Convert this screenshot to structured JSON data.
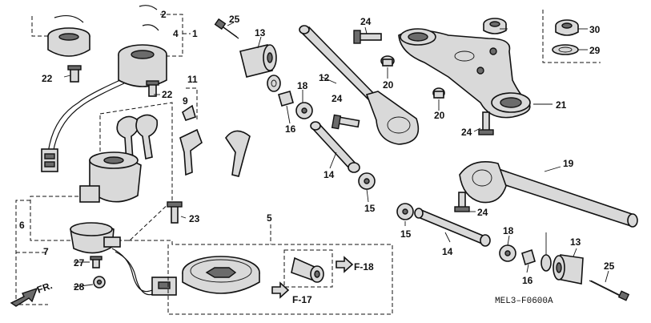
{
  "callouts": {
    "c1": "1",
    "c2": "2",
    "c4": "4",
    "c5": "5",
    "c6": "6",
    "c7": "7",
    "c9": "9",
    "c11": "11",
    "c12": "12",
    "c13a": "13",
    "c13b": "13",
    "c14a": "14",
    "c14b": "14",
    "c15a": "15",
    "c15b": "15",
    "c16a": "16",
    "c16b": "16",
    "c18a": "18",
    "c18b": "18",
    "c19": "19",
    "c20a": "20",
    "c20b": "20",
    "c21": "21",
    "c22a": "22",
    "c22b": "22",
    "c23": "23",
    "c24a": "24",
    "c24b": "24",
    "c24c": "24",
    "c24d": "24",
    "c25a": "25",
    "c25b": "25",
    "c27": "27",
    "c28": "28",
    "c29": "29",
    "c30": "30"
  },
  "refs": {
    "f17": "F-17",
    "f18": "F-18",
    "front": "FR."
  },
  "diagram_code": "MEL3–F0600A"
}
